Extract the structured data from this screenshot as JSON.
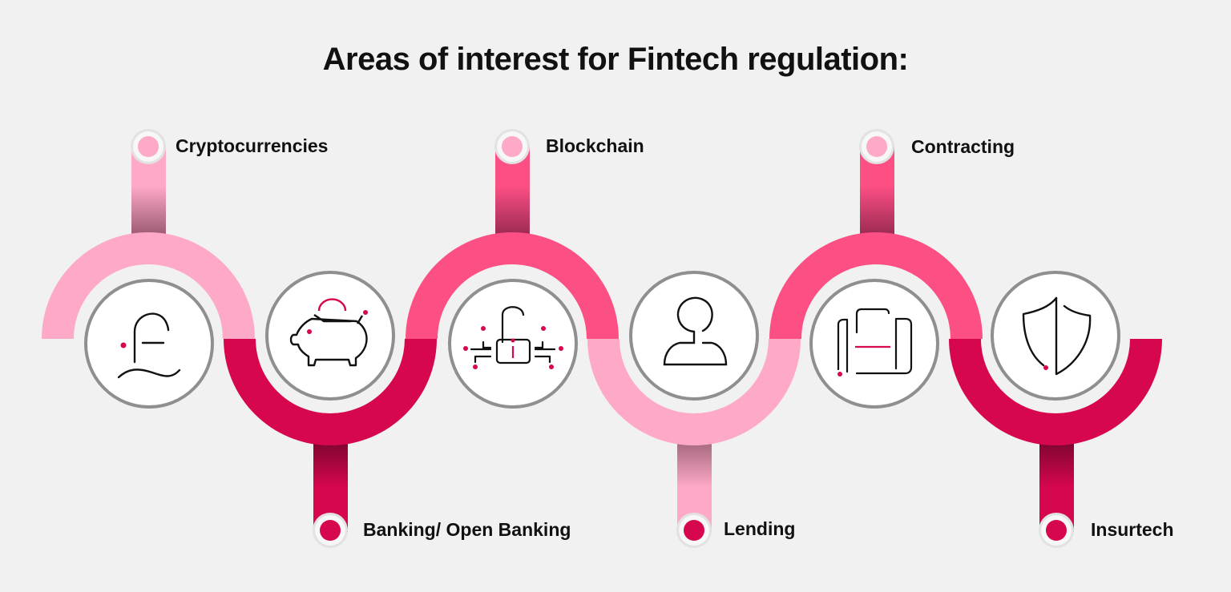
{
  "title": "Areas of interest for Fintech regulation:",
  "colors": {
    "background": "#f1f1f1",
    "light_pink": "#fda9c7",
    "mid_pink": "#fc4f84",
    "crimson": "#d6064f",
    "ring_gray": "#8f8f8f",
    "icon_stroke": "#111111",
    "icon_accent": "#d6064f"
  },
  "items": [
    {
      "label": "Cryptocurrencies",
      "position": "top",
      "icon": "pound-sign-icon",
      "color": "light_pink"
    },
    {
      "label": "Banking/ Open Banking",
      "position": "bottom",
      "icon": "piggy-bank-icon",
      "color": "crimson"
    },
    {
      "label": "Blockchain",
      "position": "top",
      "icon": "unlocked-padlock-circuit-icon",
      "color": "mid_pink"
    },
    {
      "label": "Lending",
      "position": "bottom",
      "icon": "person-icon",
      "color": "light_pink"
    },
    {
      "label": "Contracting",
      "position": "top",
      "icon": "briefcase-icon",
      "color": "mid_pink"
    },
    {
      "label": "Insurtech",
      "position": "bottom",
      "icon": "shield-icon",
      "color": "crimson"
    }
  ]
}
